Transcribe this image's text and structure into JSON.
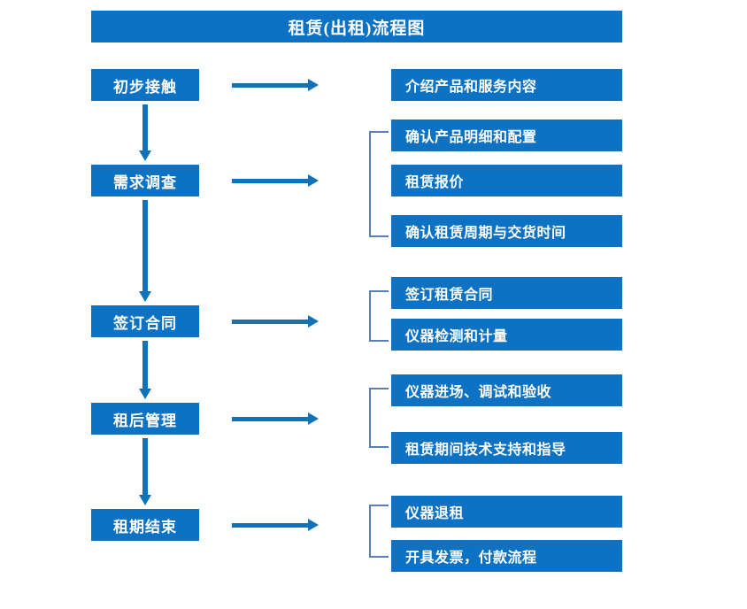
{
  "diagram": {
    "title": "租赁(出租)流程图",
    "accent_color": "#0d72c4",
    "arrow_color": "#1272b8",
    "bracket_color": "#5a7fb5",
    "text_color": "#ffffff"
  },
  "stages": [
    {
      "id": "initial-contact",
      "label": "初步接触"
    },
    {
      "id": "demand-survey",
      "label": "需求调查"
    },
    {
      "id": "sign-contract",
      "label": "签订合同"
    },
    {
      "id": "post-rent-mgmt",
      "label": "租后管理"
    },
    {
      "id": "lease-end",
      "label": "租期结束"
    }
  ],
  "details": [
    {
      "group": 1,
      "items": [
        {
          "label": "介绍产品和服务内容"
        }
      ]
    },
    {
      "group": 2,
      "items": [
        {
          "label": "确认产品明细和配置"
        },
        {
          "label": "租赁报价"
        },
        {
          "label": "确认租赁周期与交货时间"
        }
      ]
    },
    {
      "group": 3,
      "items": [
        {
          "label": "签订租赁合同"
        },
        {
          "label": "仪器检测和计量"
        }
      ]
    },
    {
      "group": 4,
      "items": [
        {
          "label": "仪器进场、调试和验收"
        },
        {
          "label": "租赁期间技术支持和指导"
        }
      ]
    },
    {
      "group": 5,
      "items": [
        {
          "label": "仪器退租"
        },
        {
          "label": "开具发票，付款流程"
        }
      ]
    }
  ],
  "connectors": {
    "horizontal_arrow_name": "flow-arrow-right",
    "vertical_arrow_name": "flow-arrow-down",
    "bracket_name": "group-bracket"
  }
}
